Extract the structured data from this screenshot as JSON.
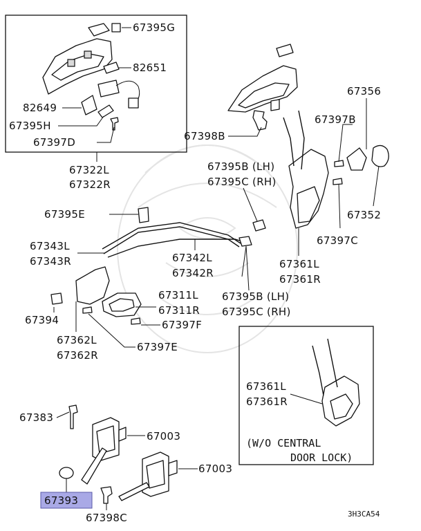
{
  "labels": {
    "p67395G": "67395G",
    "p82651": "82651",
    "p82649": "82649",
    "p67395H": "67395H",
    "p67397D": "67397D",
    "p67322L": "67322L",
    "p67322R": "67322R",
    "p67398B": "67398B",
    "p67356": "67356",
    "p67397B": "67397B",
    "p67395B_lh_top": "67395B (LH)",
    "p67395C_rh_top": "67395C (RH)",
    "p67352": "67352",
    "p67397C": "67397C",
    "p67395E": "67395E",
    "p67343L": "67343L",
    "p67343R": "67343R",
    "p67342L": "67342L",
    "p67342R": "67342R",
    "p67361L_mid": "67361L",
    "p67361R_mid": "67361R",
    "p67311L": "67311L",
    "p67311R": "67311R",
    "p67394": "67394",
    "p67397F": "67397F",
    "p67395B_lh_mid": "67395B (LH)",
    "p67395C_rh_mid": "67395C (RH)",
    "p67362L": "67362L",
    "p67362R": "67362R",
    "p67397E": "67397E",
    "p67361L_box": "67361L",
    "p67361R_box": "67361R",
    "box_note_1": "(W/O CENTRAL",
    "box_note_2": "DOOR LOCK)",
    "p67383": "67383",
    "p67003_a": "67003",
    "p67003_b": "67003",
    "p67393": "67393",
    "p67398C": "67398C",
    "diagram_code": "3H3CA54"
  },
  "colors": {
    "highlight": "#a9a9e6",
    "ink": "#111111"
  }
}
